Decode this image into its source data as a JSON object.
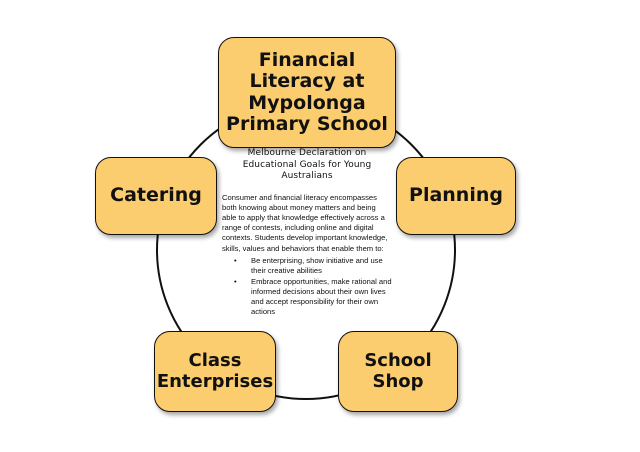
{
  "diagram": {
    "nodes": [
      {
        "id": "main",
        "label": "Financial Literacy at Mypolonga Primary School"
      },
      {
        "id": "catering",
        "label": "Catering"
      },
      {
        "id": "planning",
        "label": "Planning"
      },
      {
        "id": "class",
        "label": "Class Enterprises"
      },
      {
        "id": "shop",
        "label": "School Shop"
      }
    ],
    "center": {
      "title": "Melbourne Declaration on Educational Goals for Young Australians",
      "body": "Consumer and financial literacy encompasses both knowing about money matters and being able to apply that knowledge effectively across a range of contests, including online and digital contexts. Students develop important knowledge, skills, values and behaviors that enable them to:",
      "bullets": [
        "Be enterprising, show initiative and use their creative abilities",
        "Embrace opportunities, make rational and informed decisions about their own lives and accept responsibility for their own actions"
      ],
      "bullet_symbol": "•"
    },
    "colors": {
      "node_fill": "#fbcd6f",
      "node_border": "#111111",
      "ring_stroke": "#111111"
    }
  }
}
